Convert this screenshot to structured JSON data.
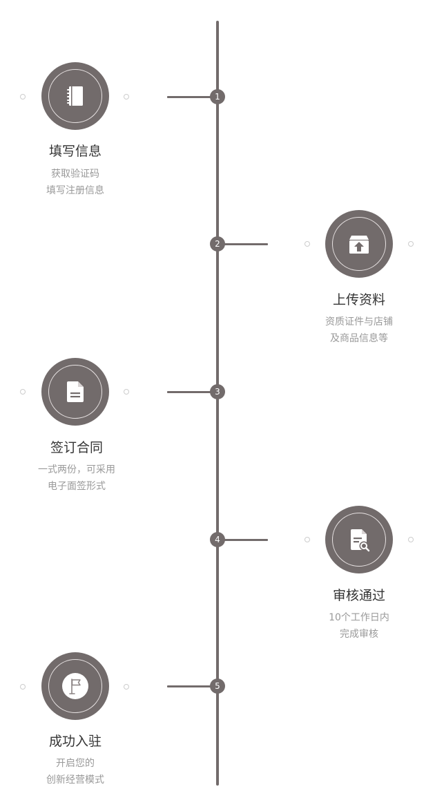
{
  "steps": [
    {
      "number": "1",
      "title": "填写信息",
      "desc_line1": "获取验证码",
      "desc_line2": "填写注册信息",
      "icon": "notebook-icon"
    },
    {
      "number": "2",
      "title": "上传资料",
      "desc_line1": "资质证件与店铺",
      "desc_line2": "及商品信息等",
      "icon": "upload-box-icon"
    },
    {
      "number": "3",
      "title": "签订合同",
      "desc_line1": "一式两份，可采用",
      "desc_line2": "电子面签形式",
      "icon": "document-icon"
    },
    {
      "number": "4",
      "title": "审核通过",
      "desc_line1": "10个工作日内",
      "desc_line2": "完成审核",
      "icon": "document-search-icon"
    },
    {
      "number": "5",
      "title": "成功入驻",
      "desc_line1": "开启您的",
      "desc_line2": "创新经营模式",
      "icon": "flag-icon"
    }
  ],
  "colors": {
    "primary": "#726b6b",
    "text": "#333333",
    "muted": "#999999",
    "dot": "#cccccc"
  }
}
